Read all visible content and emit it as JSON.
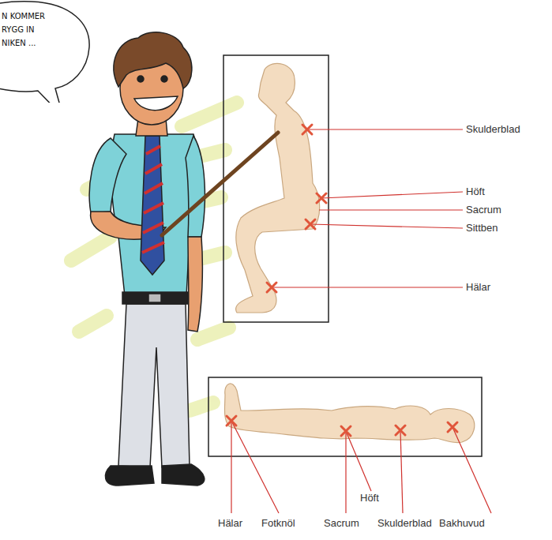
{
  "diagram": {
    "nodes": [
      {
        "text": [
          "N KOMMER RYGG IN NIKEN ..."
        ]
      }
    ],
    "labels": [
      "Skulderblad",
      "Höft",
      "Sacrum",
      "Sittben",
      "Hälar",
      "Höft",
      "Hälar",
      "Fotknöl",
      "Sacrum",
      "Skulderblad",
      "Bakhuvud"
    ]
  }
}
